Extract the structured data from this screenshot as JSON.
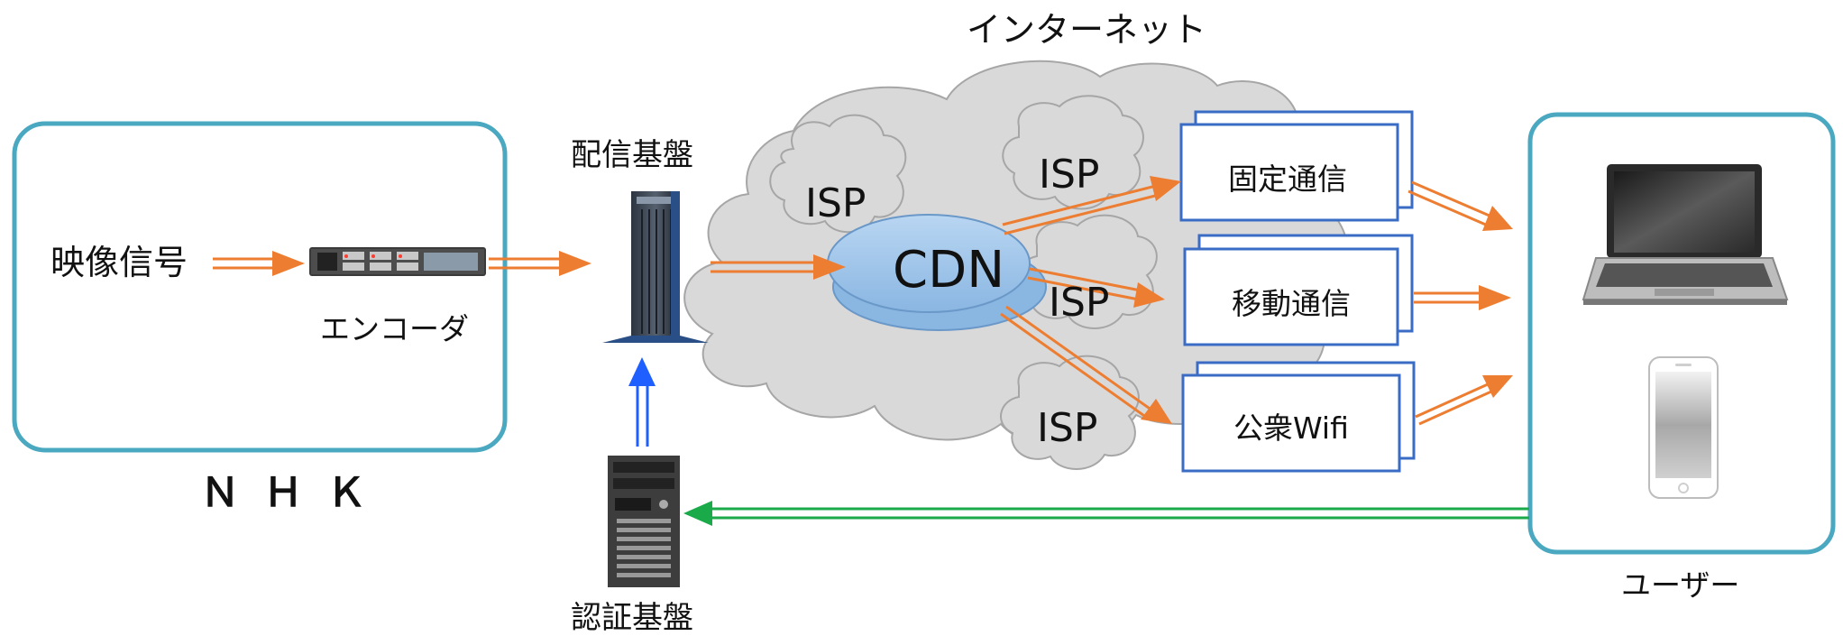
{
  "title": "インターネット",
  "nhk": {
    "label": "ＮＨＫ",
    "signal_label": "映像信号",
    "encoder_label": "エンコーダ"
  },
  "distribution_label": "配信基盤",
  "auth_label": "認証基盤",
  "isp_labels": [
    "ISP",
    "ISP",
    "ISP",
    "ISP"
  ],
  "cdn_label": "CDN",
  "networks": [
    "固定通信",
    "移動通信",
    "公衆Wifi"
  ],
  "user_label": "ユーザー",
  "colors": {
    "box_border": "#4aa8c0",
    "orange_arrow": "#ed7d31",
    "blue_arrow": "#1f5fff",
    "green_arrow": "#1aaa4a",
    "cloud_fill": "#d9d9d9",
    "cloud_stroke": "#a6a6a6",
    "network_border": "#3a6cc6",
    "cdn_fill": "#9dc3e6"
  },
  "icons": [
    "encoder-rack-icon",
    "server-tower-icon",
    "auth-server-icon",
    "laptop-icon",
    "smartphone-icon"
  ]
}
